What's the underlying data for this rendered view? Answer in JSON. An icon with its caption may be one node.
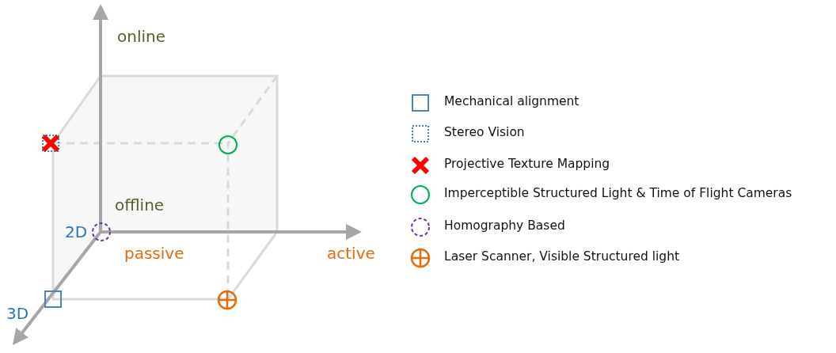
{
  "diagram": {
    "labels": [
      "online",
      "offline",
      "2D",
      "passive",
      "active",
      "3D"
    ],
    "legend": [
      {
        "text": "Mechanical alignment"
      },
      {
        "text": "Stereo Vision"
      },
      {
        "text": "Projective Texture Mapping"
      },
      {
        "text": "Imperceptible Structured Light & Time of Flight Cameras"
      },
      {
        "text": "Homography Based"
      },
      {
        "text": "Laser Scanner, Visible Structured light"
      }
    ]
  }
}
